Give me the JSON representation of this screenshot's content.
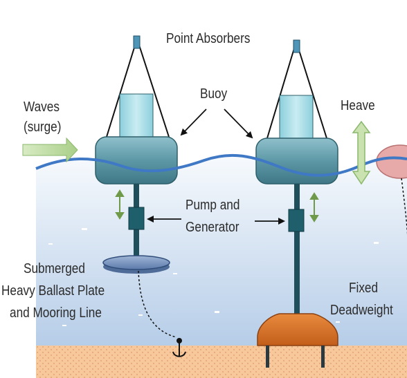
{
  "labels": {
    "title": "Point Absorbers",
    "buoy": "Buoy",
    "waves_line1": "Waves",
    "waves_line2": "(surge)",
    "heave": "Heave",
    "pump_line1": "Pump and",
    "pump_line2": "Generator",
    "plate_line1": "Submerged",
    "plate_line2": "Heavy Ballast Plate",
    "plate_line3": "and Mooring Line",
    "fixed_line1": "Fixed",
    "fixed_line2": "Deadweight"
  },
  "colors": {
    "water_top": "#f4f8fc",
    "water_bottom": "#b9d0ea",
    "wave_line": "#3f78c4",
    "seabed": "#f6c79a",
    "seabed_dots": "#e2a070",
    "buoy_body": "#5f9aa8",
    "buoy_window": "#a9dbe6",
    "generator": "#1f5f6b",
    "plate": "#6f8db8",
    "deadweight": "#d46d24",
    "arrow_green": "#b8d89a",
    "ellipse_float": "#e8a9a9"
  },
  "icons": {
    "anchor": "anchor-icon"
  }
}
